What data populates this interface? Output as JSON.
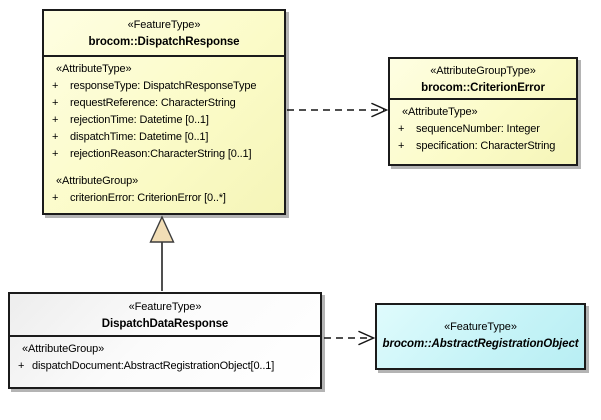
{
  "colors": {
    "border": "#1b1b1b",
    "shadow": "#b4b4b4",
    "class_fill": "#fbfbc8",
    "plain_fill": "#f5f5f5",
    "abstract_fill": "#c5f3f7",
    "triangle_fill": "#f2deb6"
  },
  "classes": {
    "dispatch_response": {
      "stereotype": "«FeatureType»",
      "name": "brocom::DispatchResponse",
      "attr_type_label": "«AttributeType»",
      "attributes": [
        {
          "vis": "+",
          "text": "responseType: DispatchResponseType"
        },
        {
          "vis": "+",
          "text": "requestReference: CharacterString"
        },
        {
          "vis": "+",
          "text": "rejectionTime: Datetime [0..1]"
        },
        {
          "vis": "+",
          "text": "dispatchTime: Datetime [0..1]"
        },
        {
          "vis": "+",
          "text": "rejectionReason:CharacterString [0..1]"
        }
      ],
      "attr_group_label": "«AttributeGroup»",
      "group_attributes": [
        {
          "vis": "+",
          "text": "criterionError: CriterionError [0..*]"
        }
      ]
    },
    "criterion_error": {
      "stereotype": "«AttributeGroupType»",
      "name": "brocom::CriterionError",
      "attr_type_label": "«AttributeType»",
      "attributes": [
        {
          "vis": "+",
          "text": "sequenceNumber: Integer"
        },
        {
          "vis": "+",
          "text": "specification: CharacterString"
        }
      ]
    },
    "dispatch_data_response": {
      "stereotype": "«FeatureType»",
      "name": "DispatchDataResponse",
      "attr_group_label": "«AttributeGroup»",
      "group_attributes": [
        {
          "vis": "+",
          "text": "dispatchDocument:AbstractRegistrationObject[0..1]"
        }
      ]
    },
    "abstract_registration_object": {
      "stereotype": "«FeatureType»",
      "name": "brocom::AbstractRegistrationObject"
    }
  },
  "relationships": [
    {
      "type": "dependency",
      "from": "brocom::DispatchResponse",
      "to": "brocom::CriterionError",
      "line": "dashed",
      "arrowhead": "open"
    },
    {
      "type": "generalization",
      "from": "DispatchDataResponse",
      "to": "brocom::DispatchResponse",
      "line": "solid",
      "arrowhead": "triangle"
    },
    {
      "type": "dependency",
      "from": "DispatchDataResponse",
      "to": "brocom::AbstractRegistrationObject",
      "line": "dashed",
      "arrowhead": "open"
    }
  ]
}
